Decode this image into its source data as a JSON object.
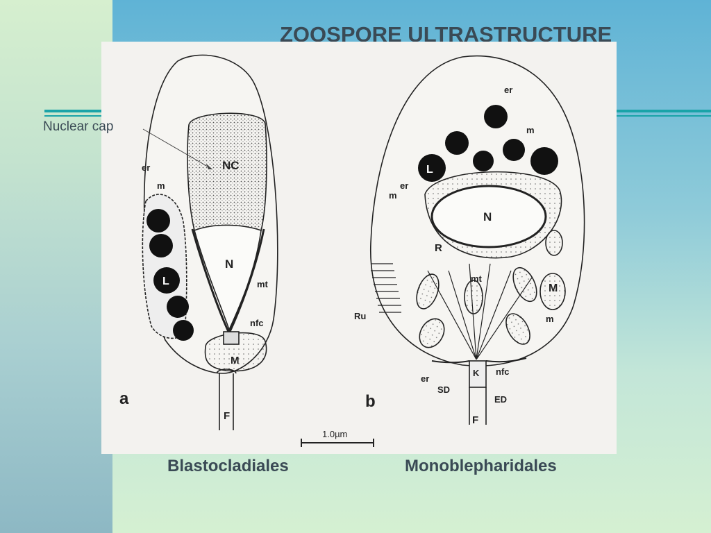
{
  "slide": {
    "title": "ZOOSPORE ULTRASTRUCTURE",
    "annotation": "Nuclear cap",
    "caption_a": "Blastocladiales",
    "caption_b": "Monoblepharidales"
  },
  "figure": {
    "panel_a_letter": "a",
    "panel_b_letter": "b",
    "scale_bar": "1.0µm",
    "labels_a": {
      "nc": "NC",
      "n": "N",
      "er": "er",
      "m": "m",
      "l": "L",
      "mt": "mt",
      "nfc": "nfc",
      "mito": "M",
      "f": "F"
    },
    "labels_b": {
      "er_top": "er",
      "m_top": "m",
      "l": "L",
      "er": "er",
      "m": "m",
      "n": "N",
      "r": "R",
      "mt": "mt",
      "mito": "M",
      "m2": "m",
      "ru": "Ru",
      "nfc": "nfc",
      "k": "K",
      "er2": "er",
      "sd": "SD",
      "ed": "ED",
      "f": "F"
    }
  },
  "colors": {
    "title": "#3a4a55",
    "accent_line": "#1aa3a8"
  }
}
